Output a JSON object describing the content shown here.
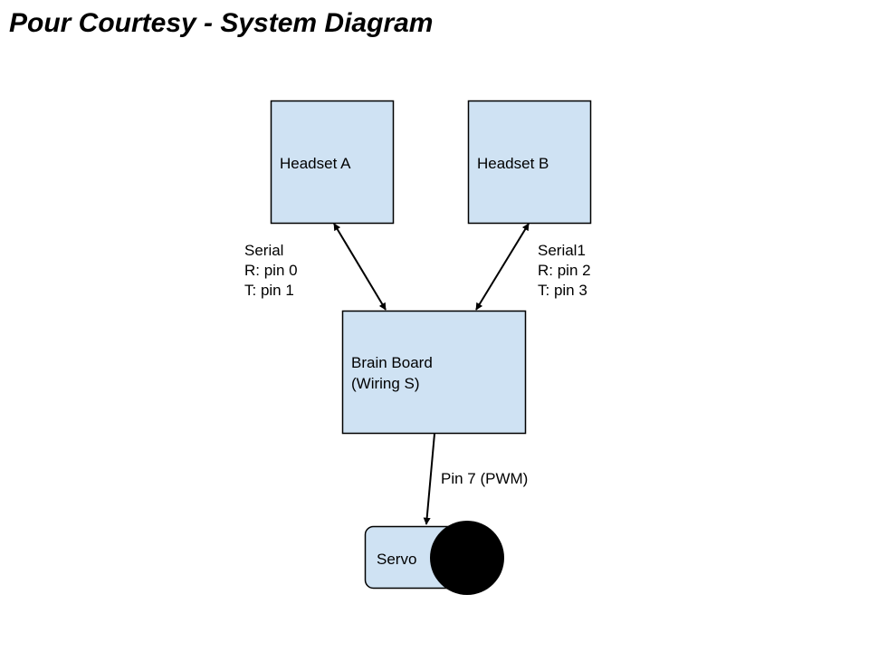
{
  "title": "Pour Courtesy - System Diagram",
  "colors": {
    "box_fill": "#cfe2f3",
    "stroke": "#000000",
    "servo_horn": "#000000"
  },
  "nodes": {
    "headset_a": {
      "label": "Headset A"
    },
    "headset_b": {
      "label": "Headset B"
    },
    "brain_board": {
      "line1": "Brain Board",
      "line2": "(Wiring S)"
    },
    "servo": {
      "label": "Servo"
    }
  },
  "links": {
    "serial": {
      "line1": "Serial",
      "line2": "R: pin 0",
      "line3": "T: pin 1"
    },
    "serial1": {
      "line1": "Serial1",
      "line2": "R: pin 2",
      "line3": "T: pin 3"
    },
    "pwm": {
      "label": "Pin 7 (PWM)"
    }
  }
}
